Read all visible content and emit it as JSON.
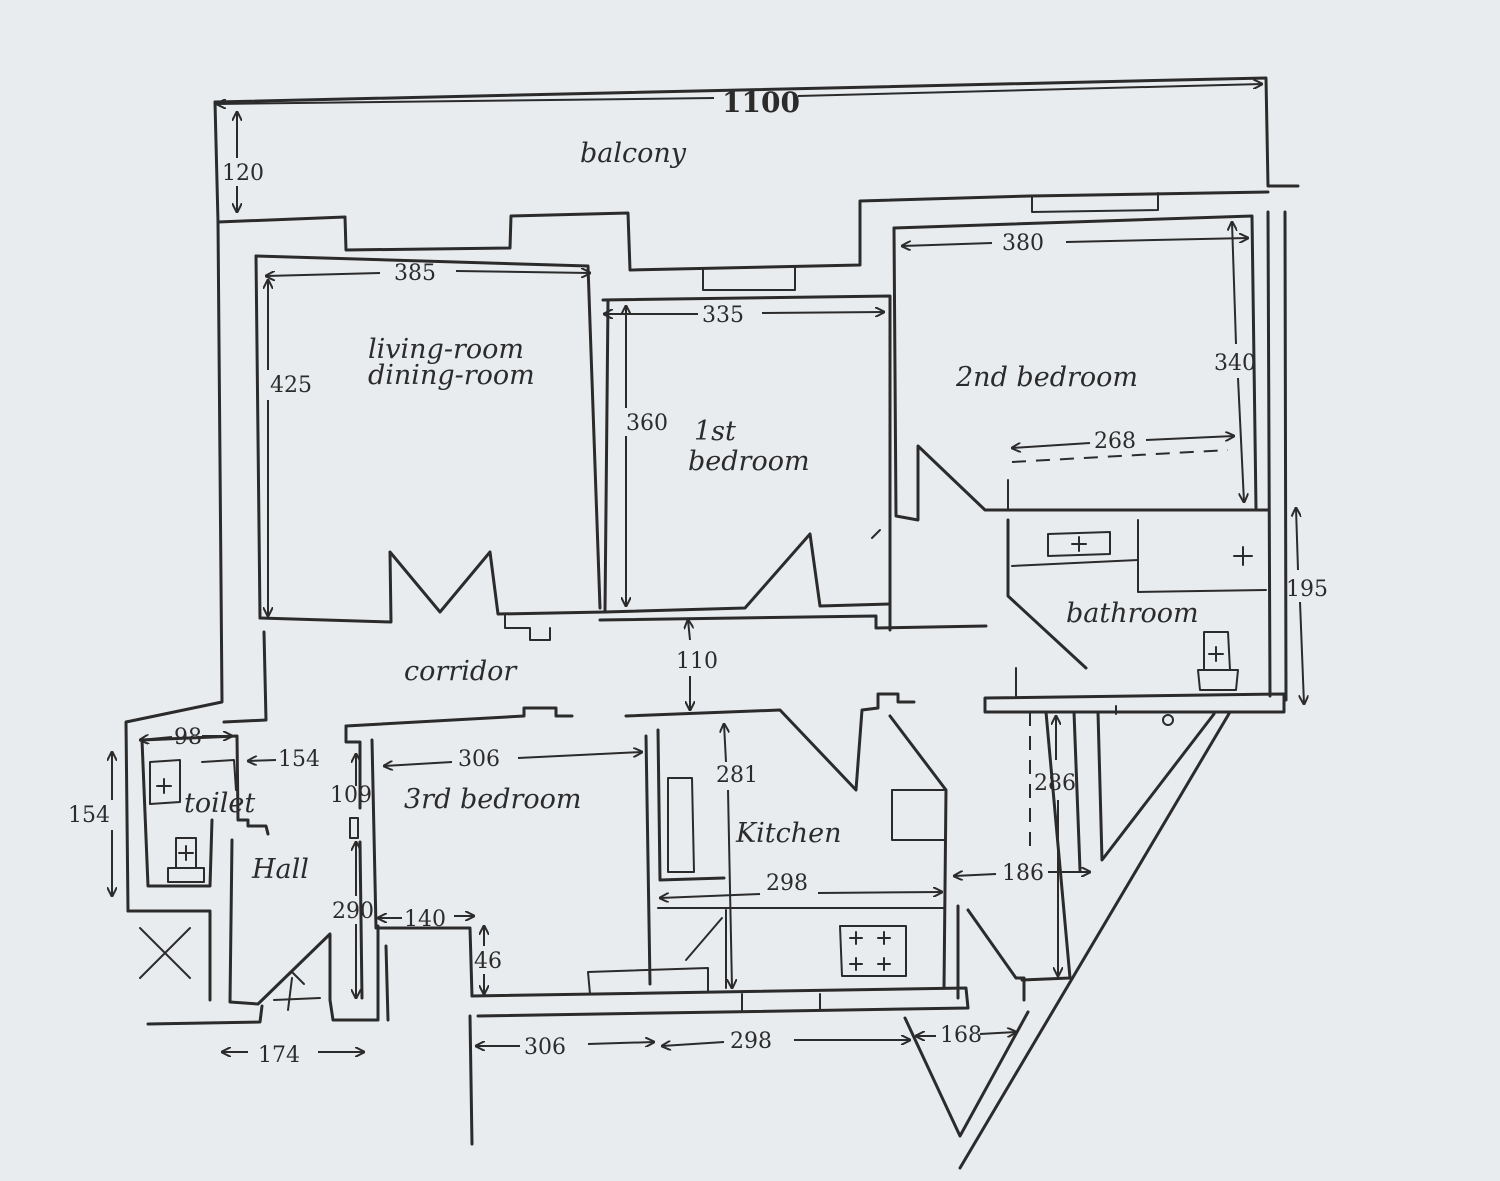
{
  "rooms": {
    "balcony": "balcony",
    "living_1": "living-room",
    "living_2": "dining-room",
    "bedroom1_a": "1st",
    "bedroom1_b": "bedroom",
    "bedroom2": "2nd bedroom",
    "bathroom": "bathroom",
    "corridor": "corridor",
    "bedroom3": "3rd bedroom",
    "kitchen": "Kitchen",
    "toilet": "toilet",
    "hall": "Hall"
  },
  "dimensions": {
    "total_width": "1100",
    "balcony_depth": "120",
    "living_width": "385",
    "living_depth": "425",
    "bedroom1_width": "335",
    "bedroom1_depth": "360",
    "bedroom2_width": "380",
    "bedroom2_depth": "340",
    "bedroom2_inner": "268",
    "bathroom_depth": "195",
    "corridor_width": "110",
    "toilet_width": "98",
    "toilet_depth": "154",
    "hall_top": "154",
    "hall_side": "109",
    "hall_depth": "290",
    "hall_width": "174",
    "bedroom3_width": "306",
    "bedroom3_step": "140",
    "bedroom3_step_depth": "46",
    "kitchen_depth": "281",
    "kitchen_width": "298",
    "stair_width": "186",
    "stair_depth": "286",
    "bottom_bedroom3": "306",
    "bottom_kitchen": "298",
    "bottom_entry": "168"
  }
}
